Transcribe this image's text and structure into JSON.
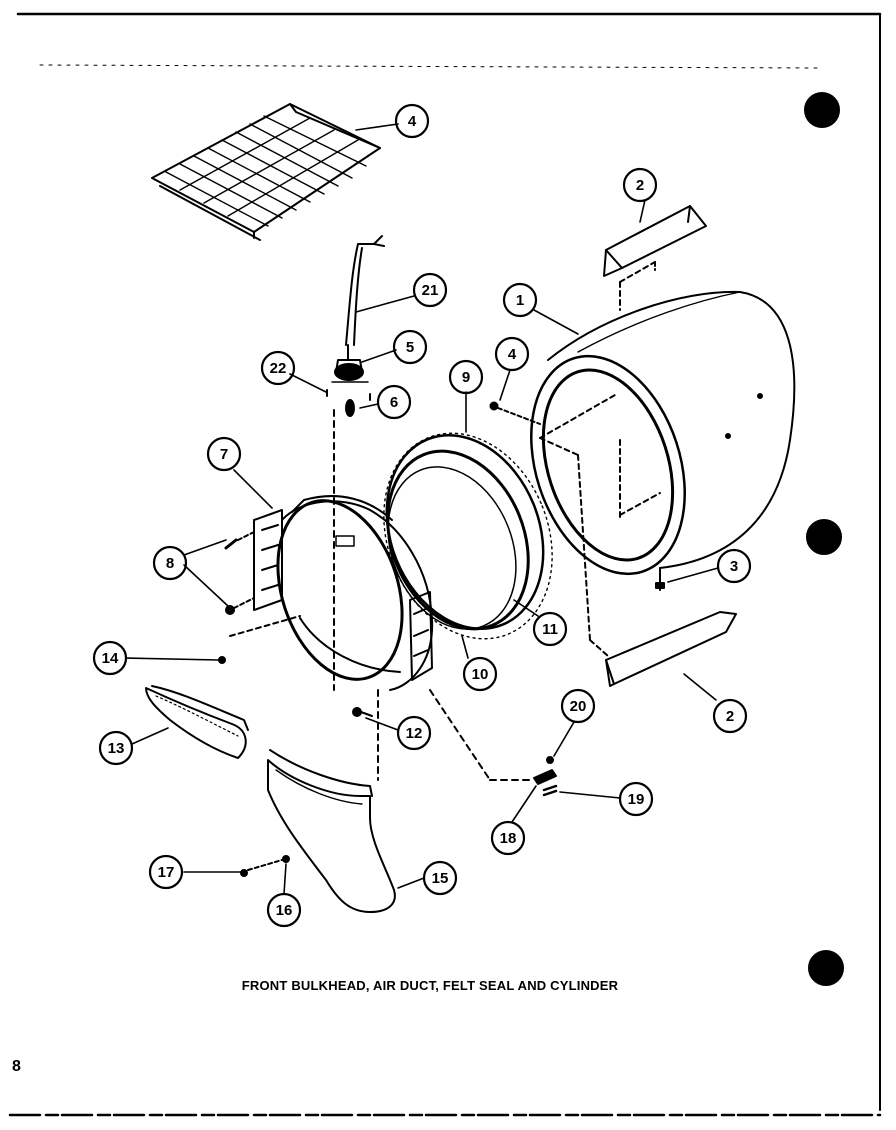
{
  "caption": "FRONT BULKHEAD, AIR DUCT, FELT SEAL AND CYLINDER",
  "page_number": "8",
  "callouts": [
    "4",
    "2",
    "1",
    "21",
    "5",
    "22",
    "6",
    "9",
    "4",
    "7",
    "8",
    "14",
    "13",
    "3",
    "11",
    "10",
    "2",
    "12",
    "20",
    "19",
    "18",
    "17",
    "15",
    "16"
  ],
  "colors": {
    "ink": "#000000",
    "paper": "#ffffff"
  }
}
